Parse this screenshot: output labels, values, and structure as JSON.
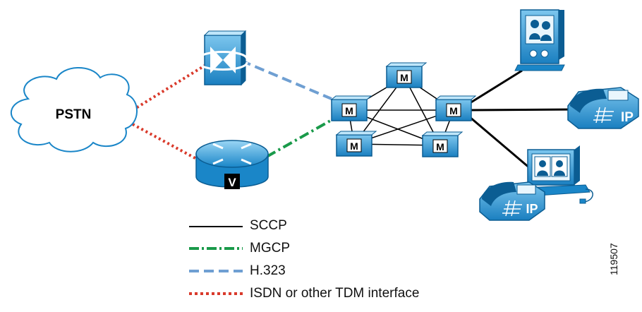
{
  "cloud": {
    "label": "PSTN"
  },
  "gateway": {
    "label": "V"
  },
  "callmanager": {
    "badge": "M"
  },
  "ip_phone": {
    "badge": "IP"
  },
  "legend": {
    "items": [
      {
        "label": "SCCP",
        "color": "#000000",
        "style": "solid"
      },
      {
        "label": "MGCP",
        "color": "#1a9a4a",
        "style": "dash-dot"
      },
      {
        "label": "H.323",
        "color": "#6f9fd2",
        "style": "dashed"
      },
      {
        "label": "ISDN or other TDM interface",
        "color": "#d93a2b",
        "style": "dotted"
      }
    ]
  },
  "figure_id": "119507",
  "colors": {
    "device_blue": "#1a86c8",
    "device_dark": "#0b5d93",
    "device_light": "#8fd0f2"
  }
}
